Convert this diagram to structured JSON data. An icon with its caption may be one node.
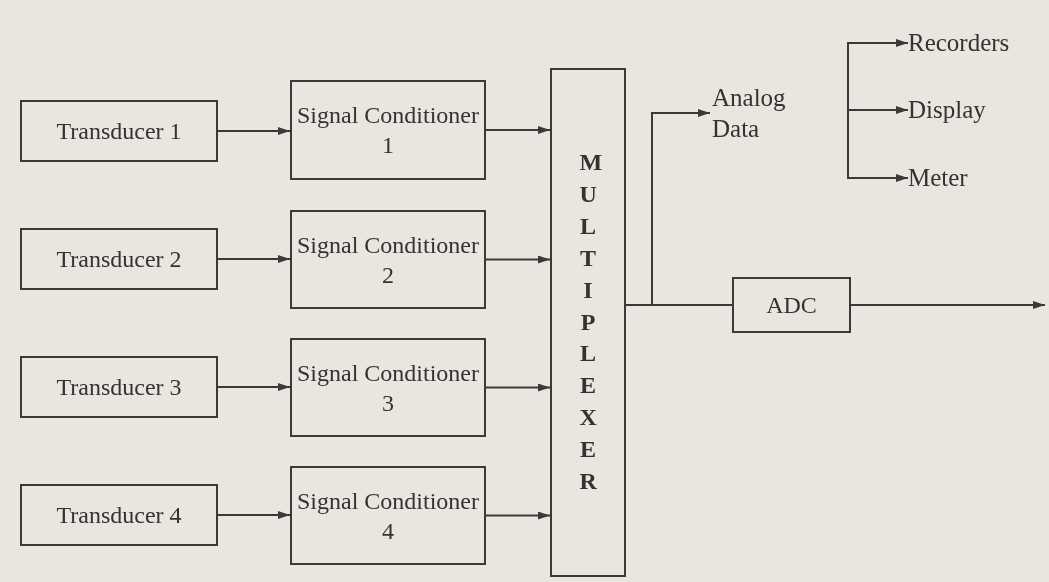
{
  "diagram": {
    "nodes": [
      {
        "text": [
          "Transducer 1"
        ]
      },
      {
        "text": [
          "Transducer 2"
        ]
      },
      {
        "text": [
          "Transducer 3"
        ]
      },
      {
        "text": [
          "Transducer 4"
        ]
      },
      {
        "text": [
          "Signal Conditioner 1"
        ]
      },
      {
        "text": [
          "Signal Conditioner 2"
        ]
      },
      {
        "text": [
          "Signal Conditioner 3"
        ]
      },
      {
        "text": [
          "Signal Conditioner 4"
        ]
      },
      {
        "text": [
          "MULTIPLEXER"
        ]
      },
      {
        "text": [
          "Analog Data"
        ]
      },
      {
        "text": [
          "ADC"
        ]
      },
      {
        "text": [
          "Recorders"
        ]
      },
      {
        "text": [
          "Display"
        ]
      },
      {
        "text": [
          "Meter"
        ]
      }
    ],
    "edges": [
      {
        "from": 0,
        "to": 4,
        "arrow": "to"
      },
      {
        "from": 1,
        "to": 5,
        "arrow": "to"
      },
      {
        "from": 2,
        "to": 6,
        "arrow": "to"
      },
      {
        "from": 3,
        "to": 7,
        "arrow": "to"
      },
      {
        "from": 4,
        "to": 8,
        "arrow": "to"
      },
      {
        "from": 5,
        "to": 8,
        "arrow": "to"
      },
      {
        "from": 6,
        "to": 8,
        "arrow": "to"
      },
      {
        "from": 7,
        "to": 8,
        "arrow": "to"
      },
      {
        "from": 8,
        "to": 9,
        "arrow": "to"
      },
      {
        "from": 8,
        "to": 10,
        "arrow": "none"
      },
      {
        "from": 10,
        "to": null,
        "arrow": "to"
      },
      {
        "from": null,
        "to": 11,
        "arrow": "to"
      },
      {
        "from": null,
        "to": 12,
        "arrow": "to"
      },
      {
        "from": null,
        "to": 13,
        "arrow": "to"
      }
    ]
  }
}
